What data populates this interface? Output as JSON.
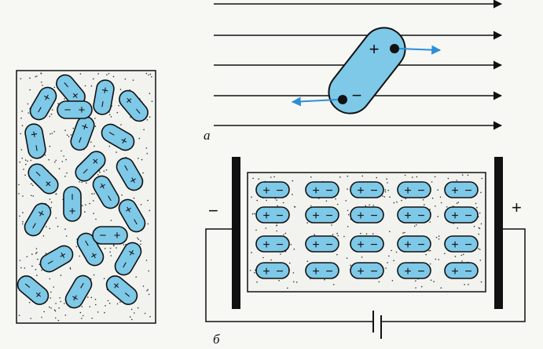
{
  "labels": {
    "panel_a": "a",
    "panel_b": "б",
    "plate_negative": "−",
    "plate_positive": "+"
  },
  "colors": {
    "dipole_fill": "#7ec8e8",
    "dipole_stroke": "#111111",
    "arrow_blue": "#2a8fd8",
    "field_line": "#111111",
    "dielectric_bg": "#f2f3ee",
    "plate": "#111111"
  },
  "scene": {
    "field_lines": 5,
    "random_dipoles": 22,
    "aligned_rows": 4,
    "aligned_cols": 5
  },
  "charges": {
    "plus": "+",
    "minus": "−"
  }
}
